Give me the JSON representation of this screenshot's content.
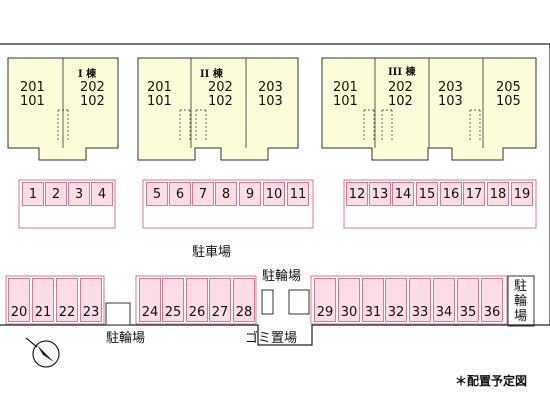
{
  "buildings": [
    {
      "name": "I 棟",
      "units": [
        [
          "201",
          "101"
        ],
        [
          "202",
          "102"
        ]
      ]
    },
    {
      "name": "II 棟",
      "units": [
        [
          "201",
          "101"
        ],
        [
          "202",
          "102"
        ],
        [
          "203",
          "103"
        ]
      ]
    },
    {
      "name": "III 棟",
      "units": [
        [
          "201",
          "101"
        ],
        [
          "202",
          "102"
        ],
        [
          "203",
          "103"
        ],
        [
          "205",
          "105"
        ]
      ]
    }
  ],
  "parking": {
    "row_top": [
      "1",
      "2",
      "3",
      "4",
      "5",
      "6",
      "7",
      "8",
      "9",
      "10",
      "11",
      "12",
      "13",
      "14",
      "15",
      "16",
      "17",
      "18",
      "19"
    ],
    "row_bottom": [
      "20",
      "21",
      "22",
      "23",
      "24",
      "25",
      "26",
      "27",
      "28",
      "29",
      "30",
      "31",
      "32",
      "33",
      "34",
      "35",
      "36"
    ]
  },
  "labels": {
    "parking_lot": "駐車場",
    "bicycle_parking": "駐輪場",
    "garbage": "ゴミ置場",
    "bicycle_side": [
      "駐",
      "輪",
      "場"
    ],
    "note": "＊配置予定図"
  },
  "colors": {
    "building_fill": "#fdfcd8",
    "slot_fill": "#fcdde6",
    "slot_border": "#d87a93"
  }
}
